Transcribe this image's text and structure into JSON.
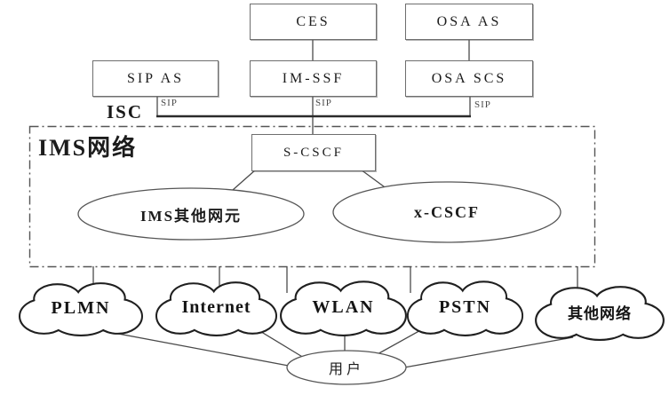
{
  "nodes": {
    "ces": {
      "label": "CES"
    },
    "osa_as": {
      "label": "OSA AS"
    },
    "sip_as": {
      "label": "SIP AS"
    },
    "im_ssf": {
      "label": "IM-SSF"
    },
    "osa_scs": {
      "label": "OSA SCS"
    },
    "s_cscf": {
      "label": "S-CSCF"
    },
    "ims_other": {
      "label": "IMS其他网元"
    },
    "x_cscf": {
      "label": "x-CSCF"
    },
    "user": {
      "label": "用户"
    }
  },
  "region": {
    "label": "IMS网络"
  },
  "edge_labels": {
    "isc": "ISC",
    "sip_left": "SIP",
    "sip_mid": "SIP",
    "sip_right": "SIP"
  },
  "clouds": [
    {
      "label": "PLMN"
    },
    {
      "label": "Internet"
    },
    {
      "label": "WLAN"
    },
    {
      "label": "PSTN"
    },
    {
      "label": "其他网络"
    }
  ],
  "colors": {
    "line": "#4a4a4a",
    "bus_line": "#2a2a2a",
    "box_border": "#6e6e6e",
    "cloud_border": "#1f1f1f",
    "region_border": "#555555",
    "text": "#1c1c1c",
    "sip_text": "#4a4a4a",
    "background": "#ffffff"
  }
}
